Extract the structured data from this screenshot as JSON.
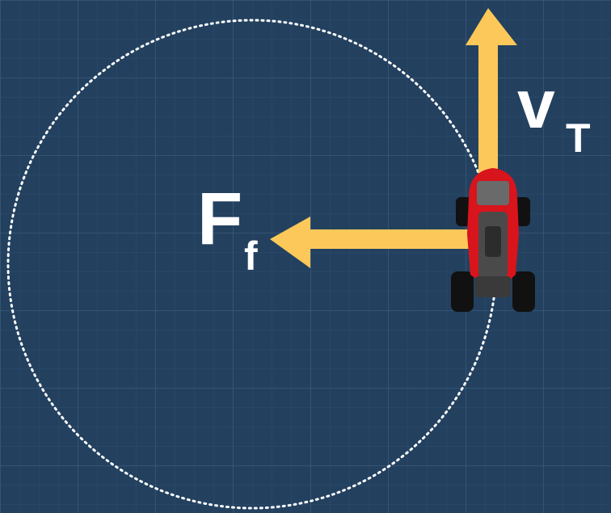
{
  "diagram": {
    "colors": {
      "background": "#23415f",
      "grid_major": "#3a5a7b",
      "grid_minor": "#2d4b6b",
      "path_circle": "#ffffff",
      "arrow": "#fcc85a",
      "car_body": "#d8141c",
      "car_dark": "#4a4a4a",
      "tire": "#111111"
    },
    "velocity_label": {
      "main": "v",
      "subscript": "T"
    },
    "friction_label": {
      "main": "F",
      "subscript": "f"
    }
  }
}
